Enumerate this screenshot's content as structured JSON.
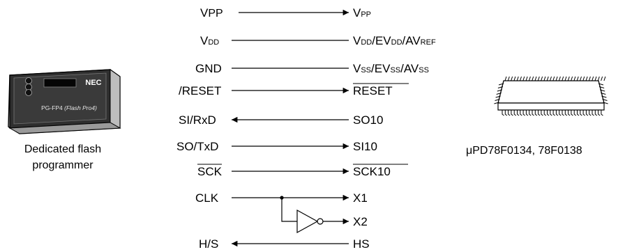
{
  "programmer": {
    "brand": "NEC",
    "model": "PG-FP4",
    "model_italic": "(Flash Pro4)",
    "caption_line1": "Dedicated flash",
    "caption_line2": "programmer"
  },
  "device": {
    "caption": "μPD78F0134, 78F0138"
  },
  "signals": [
    {
      "left": "VPP",
      "right": "VPP",
      "direction": "right"
    },
    {
      "left": "VDD",
      "right": "VDD/EVDD/AVREF",
      "direction": "none"
    },
    {
      "left": "GND",
      "right": "VSS/EVSS/AVSS",
      "direction": "none"
    },
    {
      "left": "/RESET",
      "right": "RESET",
      "direction": "right"
    },
    {
      "left": "SI/RxD",
      "right": "SO10",
      "direction": "left"
    },
    {
      "left": "SO/TxD",
      "right": "SI10",
      "direction": "right"
    },
    {
      "left": "SCK",
      "right": "SCK10",
      "direction": "right"
    },
    {
      "left": "CLK",
      "right": "X1",
      "direction": "right"
    },
    {
      "left": "",
      "right": "X2",
      "direction": "right"
    },
    {
      "left": "H/S",
      "right": "HS",
      "direction": "left"
    }
  ],
  "labels": {
    "vpp_l_main": "V",
    "vpp_l_sub": "PP",
    "vpp_r_main": "V",
    "vpp_r_sub": "PP",
    "vdd_l_main": "V",
    "vdd_l_sub": "DD",
    "vdd_r_v1": "V",
    "vdd_r_s1": "DD",
    "vdd_r_m2": "/EV",
    "vdd_r_s2": "DD",
    "vdd_r_m3": "/AV",
    "vdd_r_s3": "REF",
    "gnd": "GND",
    "vss_r_v1": "V",
    "vss_r_s1": "SS",
    "vss_r_m2": "/EV",
    "vss_r_s2": "SS",
    "vss_r_m3": "/AV",
    "vss_r_s3": "SS",
    "reset_l": "/RESET",
    "reset_r": "RESET",
    "sirxd": "SI/RxD",
    "so10": "SO10",
    "sotxd": "SO/TxD",
    "si10": "SI10",
    "sck": "SCK",
    "sck10": "SCK10",
    "clk": "CLK",
    "x1": "X1",
    "x2": "X2",
    "hs_l": "H/S",
    "hs_r": "HS"
  }
}
